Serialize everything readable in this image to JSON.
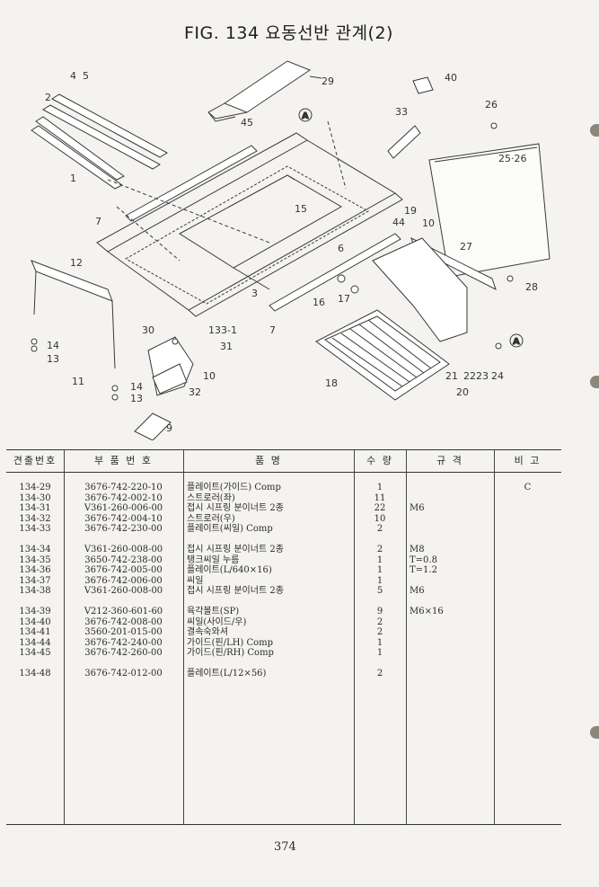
{
  "figure": {
    "title": "FIG. 134 요동선반 관계(2)"
  },
  "callouts": {
    "c29": "29",
    "c40": "40",
    "c4": "4",
    "c5": "5",
    "c2": "2",
    "c1": "1",
    "c45": "45",
    "c33": "33",
    "c26": "26",
    "c2526": "25·26",
    "c7a": "7",
    "c15": "15",
    "c19": "19",
    "c44": "44",
    "c10a": "10",
    "c6": "6",
    "c27": "27",
    "c28": "28",
    "c12": "12",
    "c3": "3",
    "c16": "16",
    "c17": "17",
    "c1331": "133-1",
    "c7b": "7",
    "c30": "30",
    "c31": "31",
    "c14a": "14",
    "c13a": "13",
    "c11": "11",
    "c10b": "10",
    "c14b": "14",
    "c13b": "13",
    "c32": "32",
    "c9": "9",
    "c18": "18",
    "c21": "21",
    "c22": "22",
    "c23": "23",
    "c24": "24",
    "c20": "20",
    "markA1": "A",
    "markA2": "A"
  },
  "table": {
    "headers": {
      "ref": "견출번호",
      "part": "부 품 번 호",
      "name": "품 명",
      "qty": "수 량",
      "spec": "규 격",
      "remark": "비 고"
    },
    "groups": [
      [
        {
          "ref": "134-29",
          "part": "3676-742-220-10",
          "name": "플레이트(가이드) Comp",
          "qty": "1",
          "spec": "",
          "remark": "C"
        },
        {
          "ref": "134-30",
          "part": "3676-742-002-10",
          "name": "스트로러(좌)",
          "qty": "11",
          "spec": "",
          "remark": ""
        },
        {
          "ref": "134-31",
          "part": "V361-260-006-00",
          "name": "접시 시프링 분이너트 2종",
          "qty": "22",
          "spec": "M6",
          "remark": ""
        },
        {
          "ref": "134-32",
          "part": "3676-742-004-10",
          "name": "스트로러(우)",
          "qty": "10",
          "spec": "",
          "remark": ""
        },
        {
          "ref": "134-33",
          "part": "3676-742-230-00",
          "name": "플레이트(씨일) Comp",
          "qty": "2",
          "spec": "",
          "remark": ""
        }
      ],
      [
        {
          "ref": "134-34",
          "part": "V361-260-008-00",
          "name": "접시 시프링 분이너트 2종",
          "qty": "2",
          "spec": "M8",
          "remark": ""
        },
        {
          "ref": "134-35",
          "part": "3650-742-238-00",
          "name": "탱크씨일 누름",
          "qty": "1",
          "spec": "T=0.8",
          "remark": ""
        },
        {
          "ref": "134-36",
          "part": "3676-742-005-00",
          "name": "플레이트(L/640×16)",
          "qty": "1",
          "spec": "T=1.2",
          "remark": ""
        },
        {
          "ref": "134-37",
          "part": "3676-742-006-00",
          "name": "씨일",
          "qty": "1",
          "spec": "",
          "remark": ""
        },
        {
          "ref": "134-38",
          "part": "V361-260-008-00",
          "name": "접시 시프링 분이너트 2종",
          "qty": "5",
          "spec": "M6",
          "remark": ""
        }
      ],
      [
        {
          "ref": "134-39",
          "part": "V212-360-601-60",
          "name": "육각볼트(SP)",
          "qty": "9",
          "spec": "M6×16",
          "remark": ""
        },
        {
          "ref": "134-40",
          "part": "3676-742-008-00",
          "name": "씨일(사이드/우)",
          "qty": "2",
          "spec": "",
          "remark": ""
        },
        {
          "ref": "134-41",
          "part": "3560-201-015-00",
          "name": "결속숙와셔",
          "qty": "2",
          "spec": "",
          "remark": ""
        },
        {
          "ref": "134-44",
          "part": "3676-742-240-00",
          "name": "가이드(핀/LH) Comp",
          "qty": "1",
          "spec": "",
          "remark": ""
        },
        {
          "ref": "134-45",
          "part": "3676-742-260-00",
          "name": "가이드(핀/RH) Comp",
          "qty": "1",
          "spec": "",
          "remark": ""
        }
      ],
      [
        {
          "ref": "134-48",
          "part": "3676-742-012-00",
          "name": "플레이트(L/12×56)",
          "qty": "2",
          "spec": "",
          "remark": ""
        }
      ]
    ]
  },
  "page_number": "374"
}
